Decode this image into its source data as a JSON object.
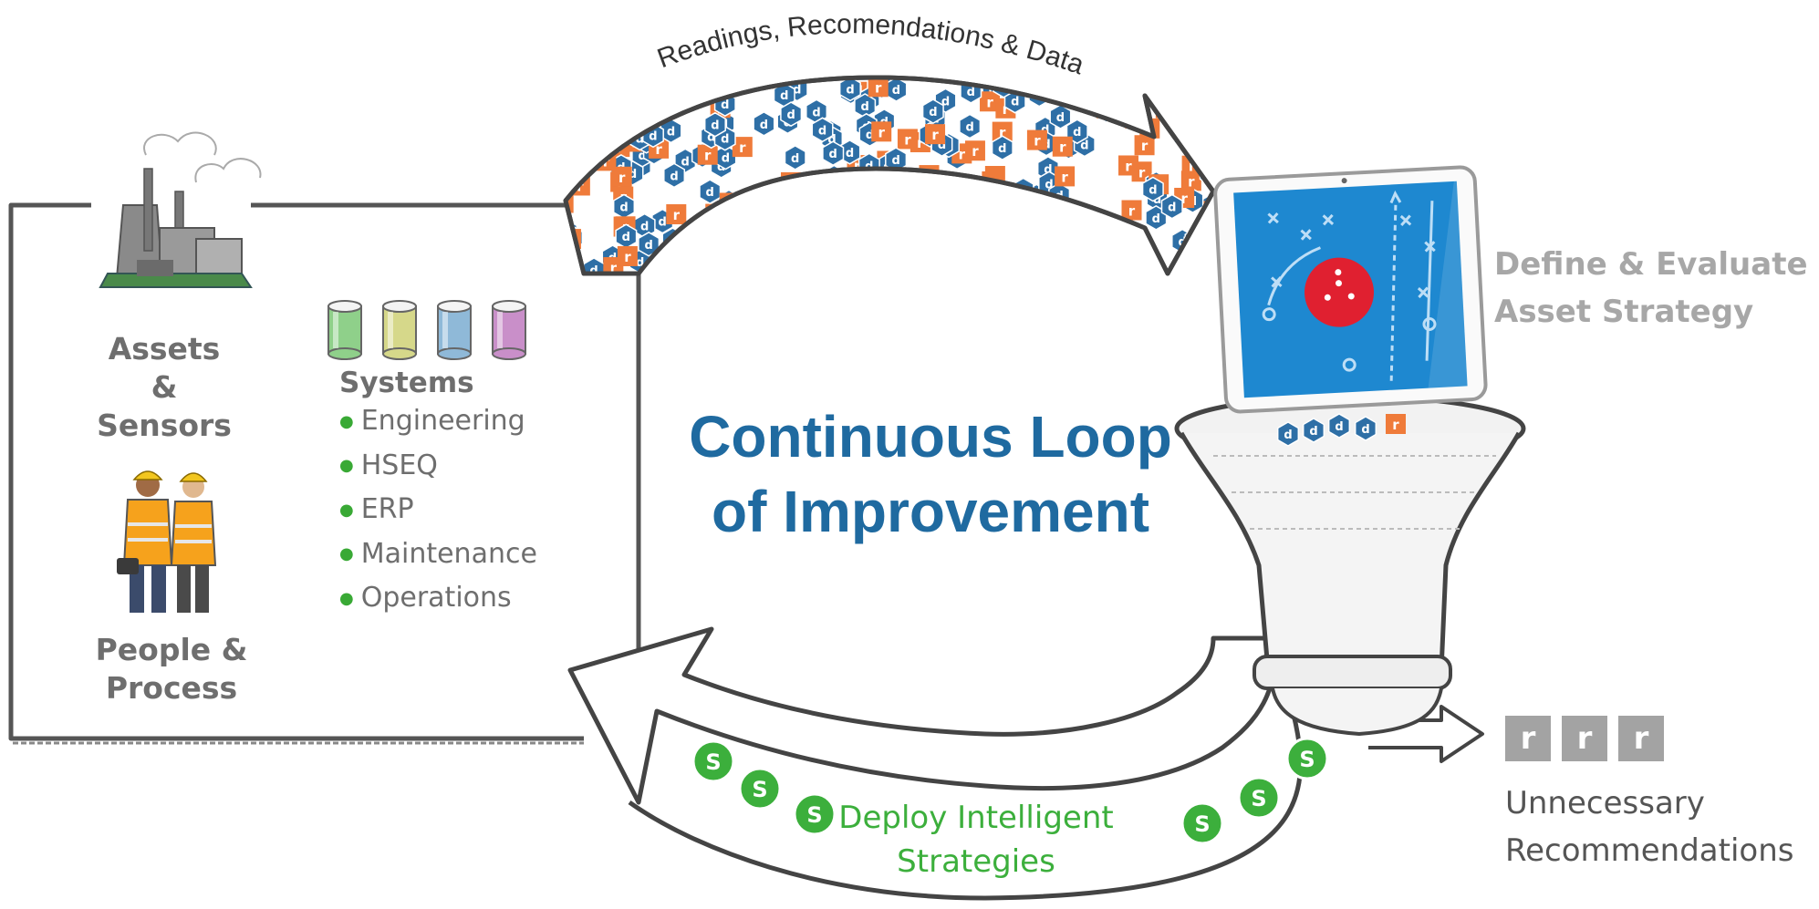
{
  "diagram": {
    "arc_label": "Readings, Recomendations & Data",
    "center_title_line1": "Continuous Loop",
    "center_title_line2": "of Improvement",
    "assets_label_line1": "Assets &",
    "assets_label_line2": "Sensors",
    "people_label_line1": "People &",
    "people_label_line2": "Process",
    "systems": {
      "title": "Systems",
      "items": [
        "Engineering",
        "HSEQ",
        "ERP",
        "Maintenance",
        "Operations"
      ],
      "bullet_color": "#39a935",
      "cylinder_colors": [
        "#8fd08a",
        "#d6d88a",
        "#8fb9d8",
        "#c98fc9"
      ]
    },
    "define_label_line1": "Define & Evaluate",
    "define_label_line2": "Asset Strategy",
    "deploy_label_line1": "Deploy Intelligent",
    "deploy_label_line2": "Strategies",
    "unnecessary_label_line1": "Unnecessary",
    "unnecessary_label_line2": "Recommendations",
    "r_boxes": [
      "r",
      "r",
      "r"
    ],
    "token_d": "d",
    "token_r": "r",
    "token_s": "S",
    "colors": {
      "title_blue": "#1f6aa0",
      "data_blue": "#2e6fa6",
      "recommendation_orange": "#ef7b3a",
      "strategy_green": "#3caf3c",
      "label_gray": "#6e6e6e",
      "define_gray": "#a7a7a7",
      "r_box_gray": "#a3a3a3",
      "tablet_blue": "#1e88d0",
      "puck_red": "#e02030"
    }
  }
}
